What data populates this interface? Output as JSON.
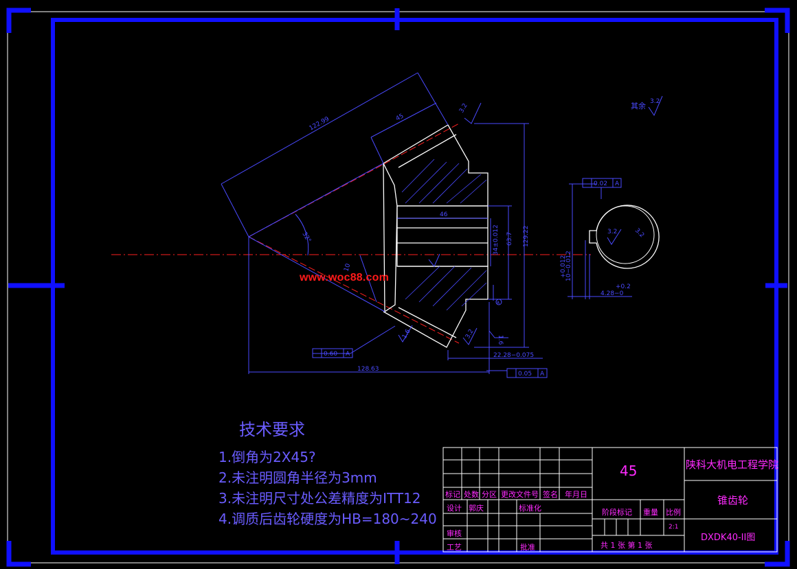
{
  "watermark": "www.woc88.com",
  "surface_note": {
    "label": "其余",
    "roughness": "3.2"
  },
  "dimensions": {
    "cone_distance": "122.99",
    "face_width": "45",
    "top_ra": "3.2",
    "outer_dia": "129.22",
    "hub_dia": "63.7",
    "bore_dia": "34±0.012",
    "bore_length": "46",
    "pitch_angle": "32°",
    "tooth_depth": "10",
    "bottom_ra": "1.6",
    "back_ra": "3.2",
    "hub_ra": "1.6",
    "overall_length": "128.63",
    "hub_length": "22.28−0.075",
    "runout_left_val": "0.60",
    "runout_left_ref": "A",
    "runout_bottom_val": "0.05",
    "runout_bottom_ref": "A",
    "parallel_val": "0.02",
    "parallel_ref": "A",
    "key_depth_top": "+0.012",
    "key_depth_bottom": "10−0.012",
    "key_width": "4.28−0",
    "key_width_tol": "+0.2",
    "key_ra": "3.2",
    "section_ra": "3.2",
    "datum": "A"
  },
  "tech_requirements": {
    "title": "技术要求",
    "items": [
      "1.倒角为2X45?",
      "2.未注明圆角半径为3mm",
      "3.未注明尺寸处公差精度为ITT12",
      "4.调质后齿轮硬度为HB=180~240"
    ]
  },
  "title_block": {
    "material": "45",
    "school": "陕科大机电工程学院",
    "part_name": "锥齿轮",
    "drawing_no": "DXDK40-II图",
    "headers": [
      "标记",
      "处数",
      "分区",
      "更改文件号",
      "签名",
      "年月日"
    ],
    "design_label": "设计",
    "designer": "郭庆",
    "standardize_label": "标准化",
    "review_label": "审核",
    "process_label": "工艺",
    "approve_label": "批准",
    "stage_label": "阶段标记",
    "weight_label": "重量",
    "scale_label": "比例",
    "scale": "2:1",
    "sheets": "共 1 张  第 1 张"
  },
  "colors": {
    "frame": "#1010ff",
    "line": "#ffffff",
    "dimension": "#4a4aff",
    "centerline": "#ff2020",
    "text_magenta": "#ff2bff",
    "text_blue": "#6a5cff"
  }
}
